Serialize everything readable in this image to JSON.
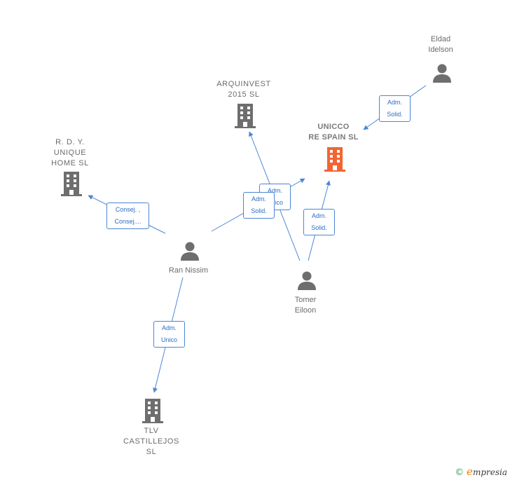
{
  "colors": {
    "edge": "#4a86d6",
    "node": "#6e6e6e",
    "main_node": "#f26531"
  },
  "nodes": {
    "eldad": {
      "label": "Eldad\nIdelson",
      "icon": "person-icon"
    },
    "arquinvest": {
      "label": "ARQUINVEST\n2015  SL",
      "icon": "building-icon"
    },
    "unicco": {
      "label": "UNICCO\nRE SPAIN  SL",
      "icon": "building-icon"
    },
    "rdy": {
      "label": "R.  D. Y.\nUNIQUE\nHOME  SL",
      "icon": "building-icon"
    },
    "ran": {
      "label": "Ran Nissim",
      "icon": "person-icon"
    },
    "tomer": {
      "label": "Tomer\nEiloon",
      "icon": "person-icon"
    },
    "tlv": {
      "label": "TLV\nCASTILLEJOS\nSL",
      "icon": "building-icon"
    }
  },
  "edges": {
    "eldad_unicco": "Adm.\nSolid.",
    "tomer_arquinvest": "Adm.\nUnico",
    "ran_unicco": "Adm.\nSolid.",
    "ran_rdy": "Consej. ,\nConsej....",
    "tomer_unicco": "Adm.\nSolid.",
    "ran_tlv": "Adm.\nUnico"
  },
  "brand": {
    "copyright": "©",
    "initial": "e",
    "name": "mpresia"
  }
}
